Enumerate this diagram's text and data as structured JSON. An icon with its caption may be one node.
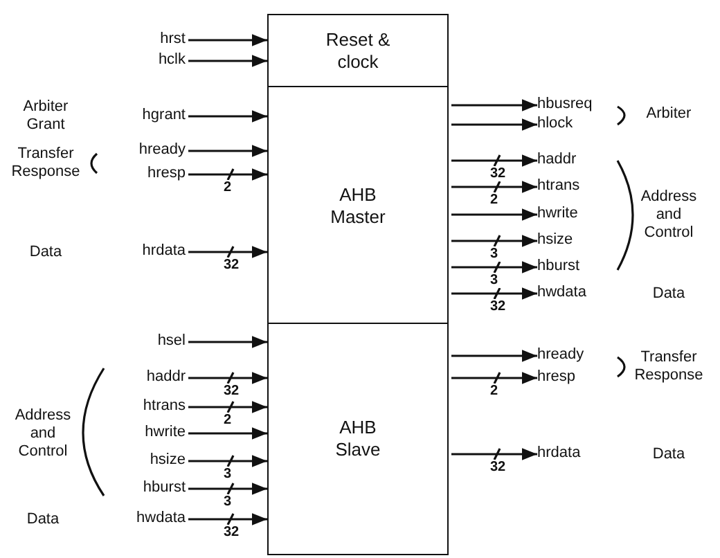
{
  "diagram": {
    "nodes": [
      {
        "text": [
          "Reset & clock"
        ]
      },
      {
        "text": [
          "AHB Master"
        ]
      },
      {
        "text": [
          "AHB Slave"
        ]
      },
      {
        "text": [
          "hrst"
        ]
      },
      {
        "text": [
          "hclk"
        ]
      },
      {
        "text": [
          "hgrant"
        ]
      },
      {
        "text": [
          "hready"
        ]
      },
      {
        "text": [
          "hresp"
        ]
      },
      {
        "text": [
          "hrdata"
        ]
      },
      {
        "text": [
          "hbusreq"
        ]
      },
      {
        "text": [
          "hlock"
        ]
      },
      {
        "text": [
          "haddr"
        ]
      },
      {
        "text": [
          "htrans"
        ]
      },
      {
        "text": [
          "hwrite"
        ]
      },
      {
        "text": [
          "hsize"
        ]
      },
      {
        "text": [
          "hburst"
        ]
      },
      {
        "text": [
          "hwdata"
        ]
      },
      {
        "text": [
          "hsel"
        ]
      },
      {
        "text": [
          "haddr"
        ]
      },
      {
        "text": [
          "htrans"
        ]
      },
      {
        "text": [
          "hwrite"
        ]
      },
      {
        "text": [
          "hsize"
        ]
      },
      {
        "text": [
          "hburst"
        ]
      },
      {
        "text": [
          "hwdata"
        ]
      },
      {
        "text": [
          "hready"
        ]
      },
      {
        "text": [
          "hresp"
        ]
      },
      {
        "text": [
          "hrdata"
        ]
      }
    ],
    "edges": [
      {
        "from": 3,
        "to": 0,
        "arrow": "to"
      },
      {
        "from": 4,
        "to": 0,
        "arrow": "to"
      },
      {
        "from": 5,
        "to": 1,
        "arrow": "to"
      },
      {
        "from": 6,
        "to": 1,
        "arrow": "to"
      },
      {
        "from": 7,
        "to": 1,
        "arrow": "to",
        "label": "2"
      },
      {
        "from": 8,
        "to": 1,
        "arrow": "to",
        "label": "32"
      },
      {
        "from": 1,
        "to": 9,
        "arrow": "to"
      },
      {
        "from": 1,
        "to": 10,
        "arrow": "to"
      },
      {
        "from": 1,
        "to": 11,
        "arrow": "to",
        "label": "32"
      },
      {
        "from": 1,
        "to": 12,
        "arrow": "to",
        "label": "2"
      },
      {
        "from": 1,
        "to": 13,
        "arrow": "to"
      },
      {
        "from": 1,
        "to": 14,
        "arrow": "to",
        "label": "3"
      },
      {
        "from": 1,
        "to": 15,
        "arrow": "to",
        "label": "3"
      },
      {
        "from": 1,
        "to": 16,
        "arrow": "to",
        "label": "32"
      },
      {
        "from": 17,
        "to": 2,
        "arrow": "to"
      },
      {
        "from": 18,
        "to": 2,
        "arrow": "to",
        "label": "32"
      },
      {
        "from": 19,
        "to": 2,
        "arrow": "to",
        "label": "2"
      },
      {
        "from": 20,
        "to": 2,
        "arrow": "to"
      },
      {
        "from": 21,
        "to": 2,
        "arrow": "to",
        "label": "3"
      },
      {
        "from": 22,
        "to": 2,
        "arrow": "to",
        "label": "3"
      },
      {
        "from": 23,
        "to": 2,
        "arrow": "to",
        "label": "32"
      },
      {
        "from": 2,
        "to": 24,
        "arrow": "to"
      },
      {
        "from": 2,
        "to": 25,
        "arrow": "to",
        "label": "2"
      },
      {
        "from": 2,
        "to": 26,
        "arrow": "to",
        "label": "32"
      }
    ],
    "labels": [
      "Arbiter Grant",
      "Transfer Response",
      "Data",
      "Arbiter",
      "Address and Control",
      "Data",
      "Address and Control",
      "Data",
      "Transfer Response",
      "Data"
    ]
  }
}
